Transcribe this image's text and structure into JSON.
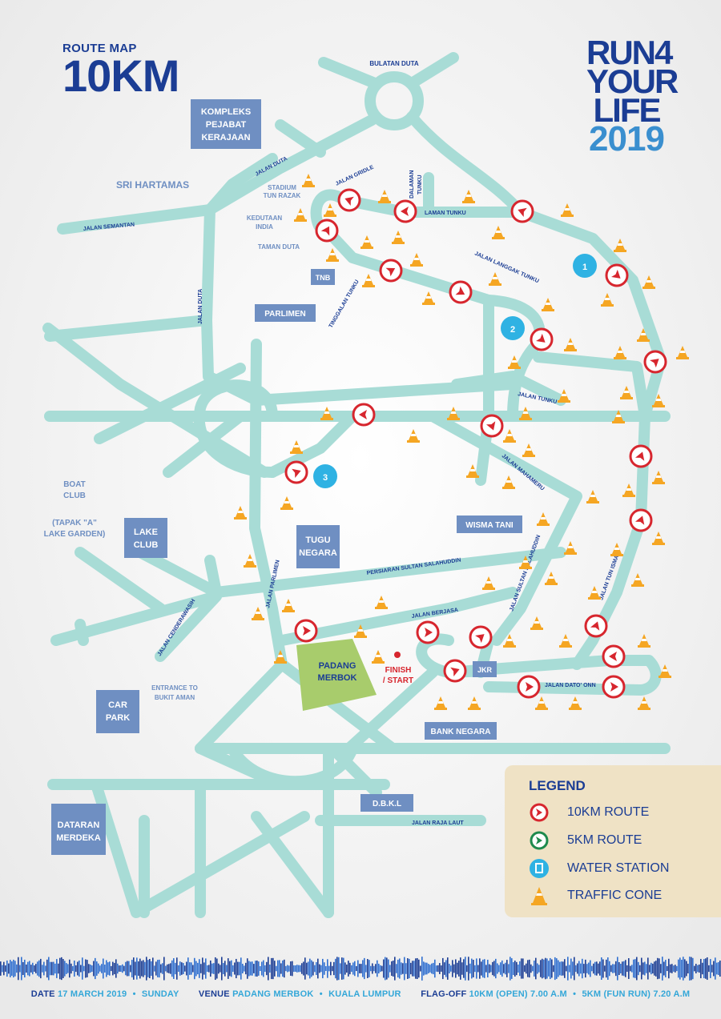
{
  "header": {
    "route_label": "ROUTE MAP",
    "distance": "10KM"
  },
  "logo": {
    "line1": "RUN4",
    "line2": "YOUR",
    "line3": "LIFE",
    "year": "2019"
  },
  "places": {
    "bulatan_duta": "BULATAN DUTA",
    "kompleks": [
      "KOMPLEKS",
      "PEJABAT",
      "KERAJAAN"
    ],
    "sri_hartamas": "SRI HARTAMAS",
    "stadium": [
      "STADIUM",
      "TUN RAZAK"
    ],
    "kedutaan": [
      "KEDUTAAN",
      "INDIA"
    ],
    "taman_duta": "TAMAN DUTA",
    "tnb": "TNB",
    "parlimen": "PARLIMEN",
    "boat_club": [
      "BOAT",
      "CLUB"
    ],
    "tapak": [
      "(TAPAK \"A\"",
      "LAKE GARDEN)"
    ],
    "lake_club": [
      "LAKE",
      "CLUB"
    ],
    "tugu": [
      "TUGU",
      "NEGARA"
    ],
    "wisma_tani": "WISMA TANI",
    "padang": [
      "PADANG",
      "MERBOK"
    ],
    "finish": [
      "FINISH",
      "/ START"
    ],
    "jkr": "JKR",
    "entrance": [
      "ENTRANCE TO",
      "BUKIT AMAN"
    ],
    "car_park": [
      "CAR",
      "PARK"
    ],
    "bank_negara": "BANK NEGARA",
    "dbkl": "D.B.K.L",
    "dataran": [
      "DATARAN",
      "MERDEKA"
    ]
  },
  "roads": {
    "jalan_duta_top": "JALAN DUTA",
    "jalan_duta_side": "JALAN DUTA",
    "jalan_semantan": "JALAN SEMANTAN",
    "jalan_gridle": "JALAN GRIDLE",
    "dalaman_tunku": [
      "DALAMAN",
      "TUNKU"
    ],
    "laman_tunku": "LAMAN TUNKU",
    "jalan_langgak_tunku": "JALAN LANGGAK TUNKU",
    "tinggalan_tunku": "TINGGALAN TUNKU",
    "jalan_tunku": "JALAN TUNKU",
    "jalan_mahameru": "JALAN MAHAMERU",
    "persiaran": "PERSIARAN SULTAN SALAHUDDIN",
    "jalan_parlimen": "JALAN PARLIMEN",
    "jalan_cenderawasih": "JALAN CENDERAWASIH",
    "jalan_berjasa": "JALAN BERJASA",
    "jalan_sultan_salahuddin": "JALAN SULTAN SALAHUDDIN",
    "jalan_tun_ismail": "JALAN TUN ISMAIL",
    "jalan_dato_onn": "JALAN DATO' ONN",
    "jalan_raja_laut": "JALAN RAJA LAUT"
  },
  "water_stations": [
    "1",
    "2",
    "3"
  ],
  "legend": {
    "title": "LEGEND",
    "route_10km": "10KM ROUTE",
    "route_5km": "5KM ROUTE",
    "water_station": "WATER STATION",
    "traffic_cone": "TRAFFIC CONE"
  },
  "footer": {
    "date_label": "DATE",
    "date_value": "17 MARCH 2019",
    "day": "SUNDAY",
    "venue_label": "VENUE",
    "venue_value": "PADANG MERBOK",
    "city": "KUALA LUMPUR",
    "flagoff_label": "FLAG-OFF",
    "flagoff_10k": "10KM (OPEN) 7.00 A.M",
    "flagoff_5k": "5KM (FUN RUN) 7.20 A.M"
  },
  "colors": {
    "road": "#a8dcd6",
    "route_marker": "#d7262e",
    "route_5km": "#1e8a4d",
    "water": "#2fb2e3",
    "cone": "#f5a623",
    "place_box": "#6f8fc2",
    "padang": "#a8cc6c",
    "text_blue": "#1b3d94",
    "legend_bg": "#efe2c5"
  }
}
